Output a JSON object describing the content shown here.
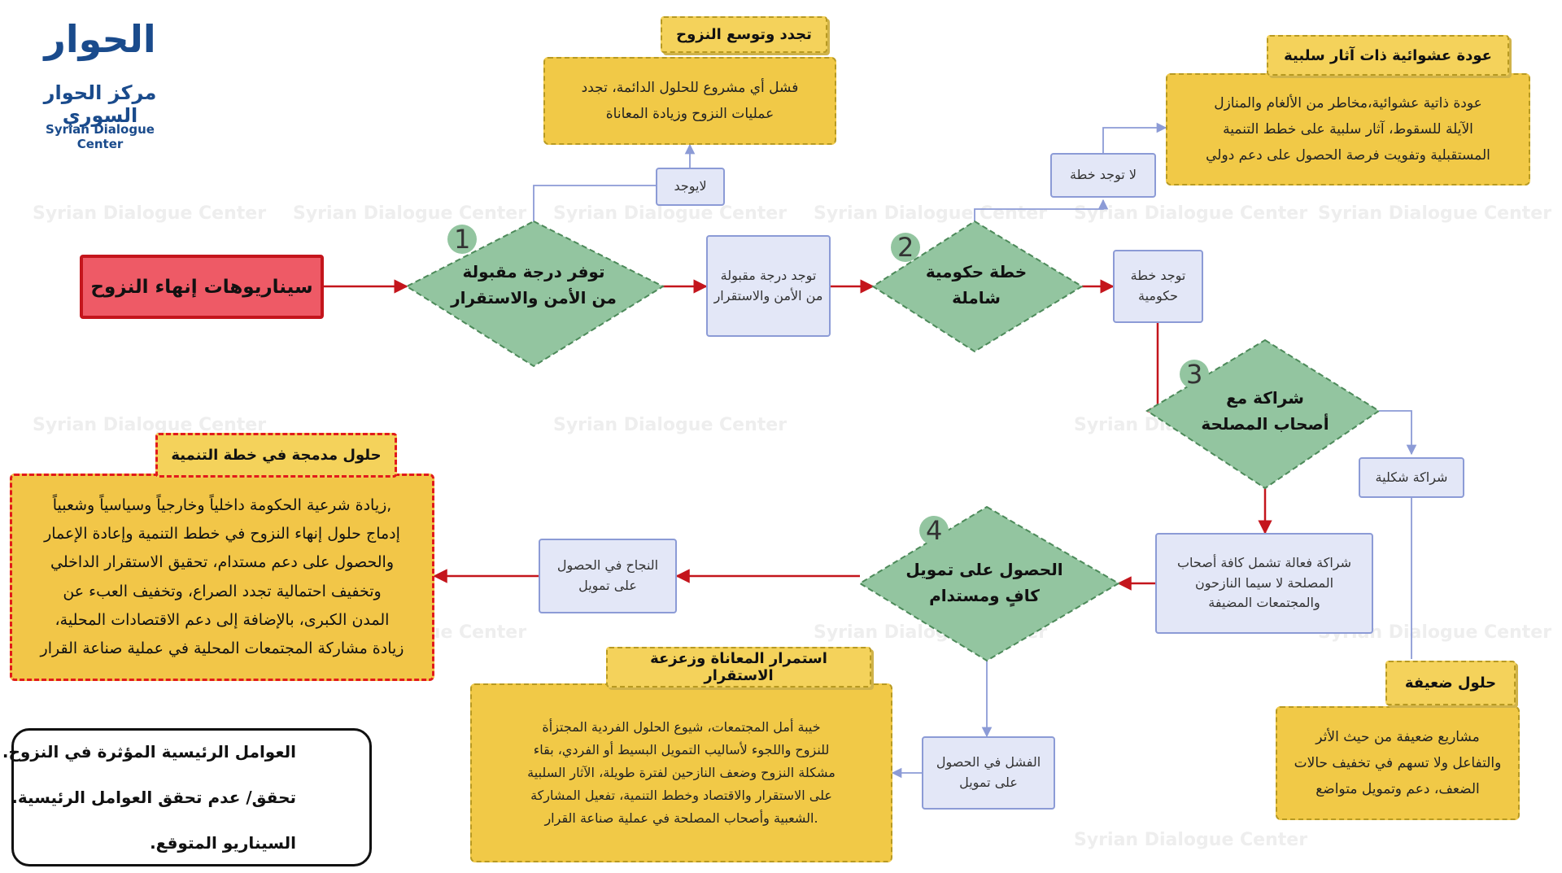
{
  "logo": {
    "wordmark": "الحوار",
    "arabic_name": "مركز الحوار السوري",
    "english_name": "Syrian Dialogue Center"
  },
  "watermark": {
    "text": "Syrian Dialogue Center"
  },
  "colors": {
    "diamond_fill": "#93c5a0",
    "blue_box": "#e3e7f7",
    "yellow_box": "#f1c947",
    "red_border": "#e11b1b",
    "red_arrow": "#c4151c",
    "blue_arrow": "#8c9bd6"
  },
  "start": {
    "label": "سيناريوهات إنهاء النزوح"
  },
  "decisions": [
    {
      "number": "1",
      "line1": "توفر درجة مقبولة",
      "line2": "من الأمن والاستقرار"
    },
    {
      "number": "2",
      "line1": "خطة حكومية",
      "line2": "شاملة"
    },
    {
      "number": "3",
      "line1": "شراكة مع",
      "line2": "أصحاب المصلحة"
    },
    {
      "number": "4",
      "line1": "الحصول على تمويل",
      "line2": "كافٍ ومستدام"
    }
  ],
  "outcomes": {
    "no_security": "لايوجد",
    "yes_security": "توجد درجة مقبولة من الأمن والاستقرار",
    "no_plan": "لا توجد خطة",
    "yes_plan": "توجد خطة حكومية",
    "formal_partnership": "شراكة شكلية",
    "effective_partnership": "شراكة فعالة تشمل كافة أصحاب المصلحة لا سيما النازحون والمجتمعات المضيفة",
    "funding_success": "النجاح في الحصول على تمويل",
    "funding_failure": "الفشل في الحصول على تمويل"
  },
  "scenarios": {
    "renewed_displacement": {
      "title": "تجدد وتوسع النزوح",
      "line1": "فشل أي مشروع للحلول الدائمة، تجدد",
      "line2": "عمليات النزوح وزيادة المعاناة"
    },
    "random_return": {
      "title": "عودة عشوائية ذات آثار سلبية",
      "line1": "عودة ذاتية عشوائية،مخاطر من الألغام والمنازل",
      "line2": "الآيلة للسقوط، آثار سلبية على خطط التنمية",
      "line3": "المستقبلية وتفويت فرصة الحصول على دعم دولي"
    },
    "weak_solutions": {
      "title": "حلول ضعيفة",
      "line1": "مشاريع ضعيفة من حيث الأثر",
      "line2": "والتفاعل ولا تسهم في تخفيف حالات",
      "line3": "الضعف، دعم وتمويل متواضع"
    },
    "continued_suffering": {
      "title": "استمرار المعاناة وزعزعة الاستقرار",
      "line1": "خيبة أمل المجتمعات،  شيوع الحلول الفردية المجتزأة",
      "line2": "للنزوح واللجوء لأساليب التمويل البسيط أو الفردي، بقاء",
      "line3": "مشكلة النزوح وضعف النازحين لفترة طويلة، الآثار السلبية",
      "line4": "على الاستقرار والاقتصاد وخطط التنمية، تفعيل المشاركة",
      "line5": ".الشعبية وأصحاب المصلحة  في عملية صناعة القرار"
    },
    "integrated_solutions": {
      "title": "حلول مدمجة في خطة التنمية",
      "line1": ",زيادة شرعية الحكومة داخلياً وخارجياً وسياسياً وشعبياً",
      "line2": "إدماج حلول إنهاء النزوح في خطط التنمية وإعادة الإعمار",
      "line3": "والحصول على دعم مستدام، تحقيق الاستقرار الداخلي",
      "line4": "وتخفيف احتمالية تجدد الصراع، وتخفيف العبء عن",
      "line5": "المدن الكبرى، بالإضافة إلى دعم الاقتصادات المحلية،",
      "line6": "زيادة مشاركة المجتمعات المحلية في عملية صناعة القرار"
    }
  },
  "legend": {
    "factors": "العوامل الرئيسية المؤثرة في النزوح.",
    "check": "تحقق/ عدم تحقق العوامل الرئيسية.",
    "scenario": "السيناريو المتوقع."
  }
}
